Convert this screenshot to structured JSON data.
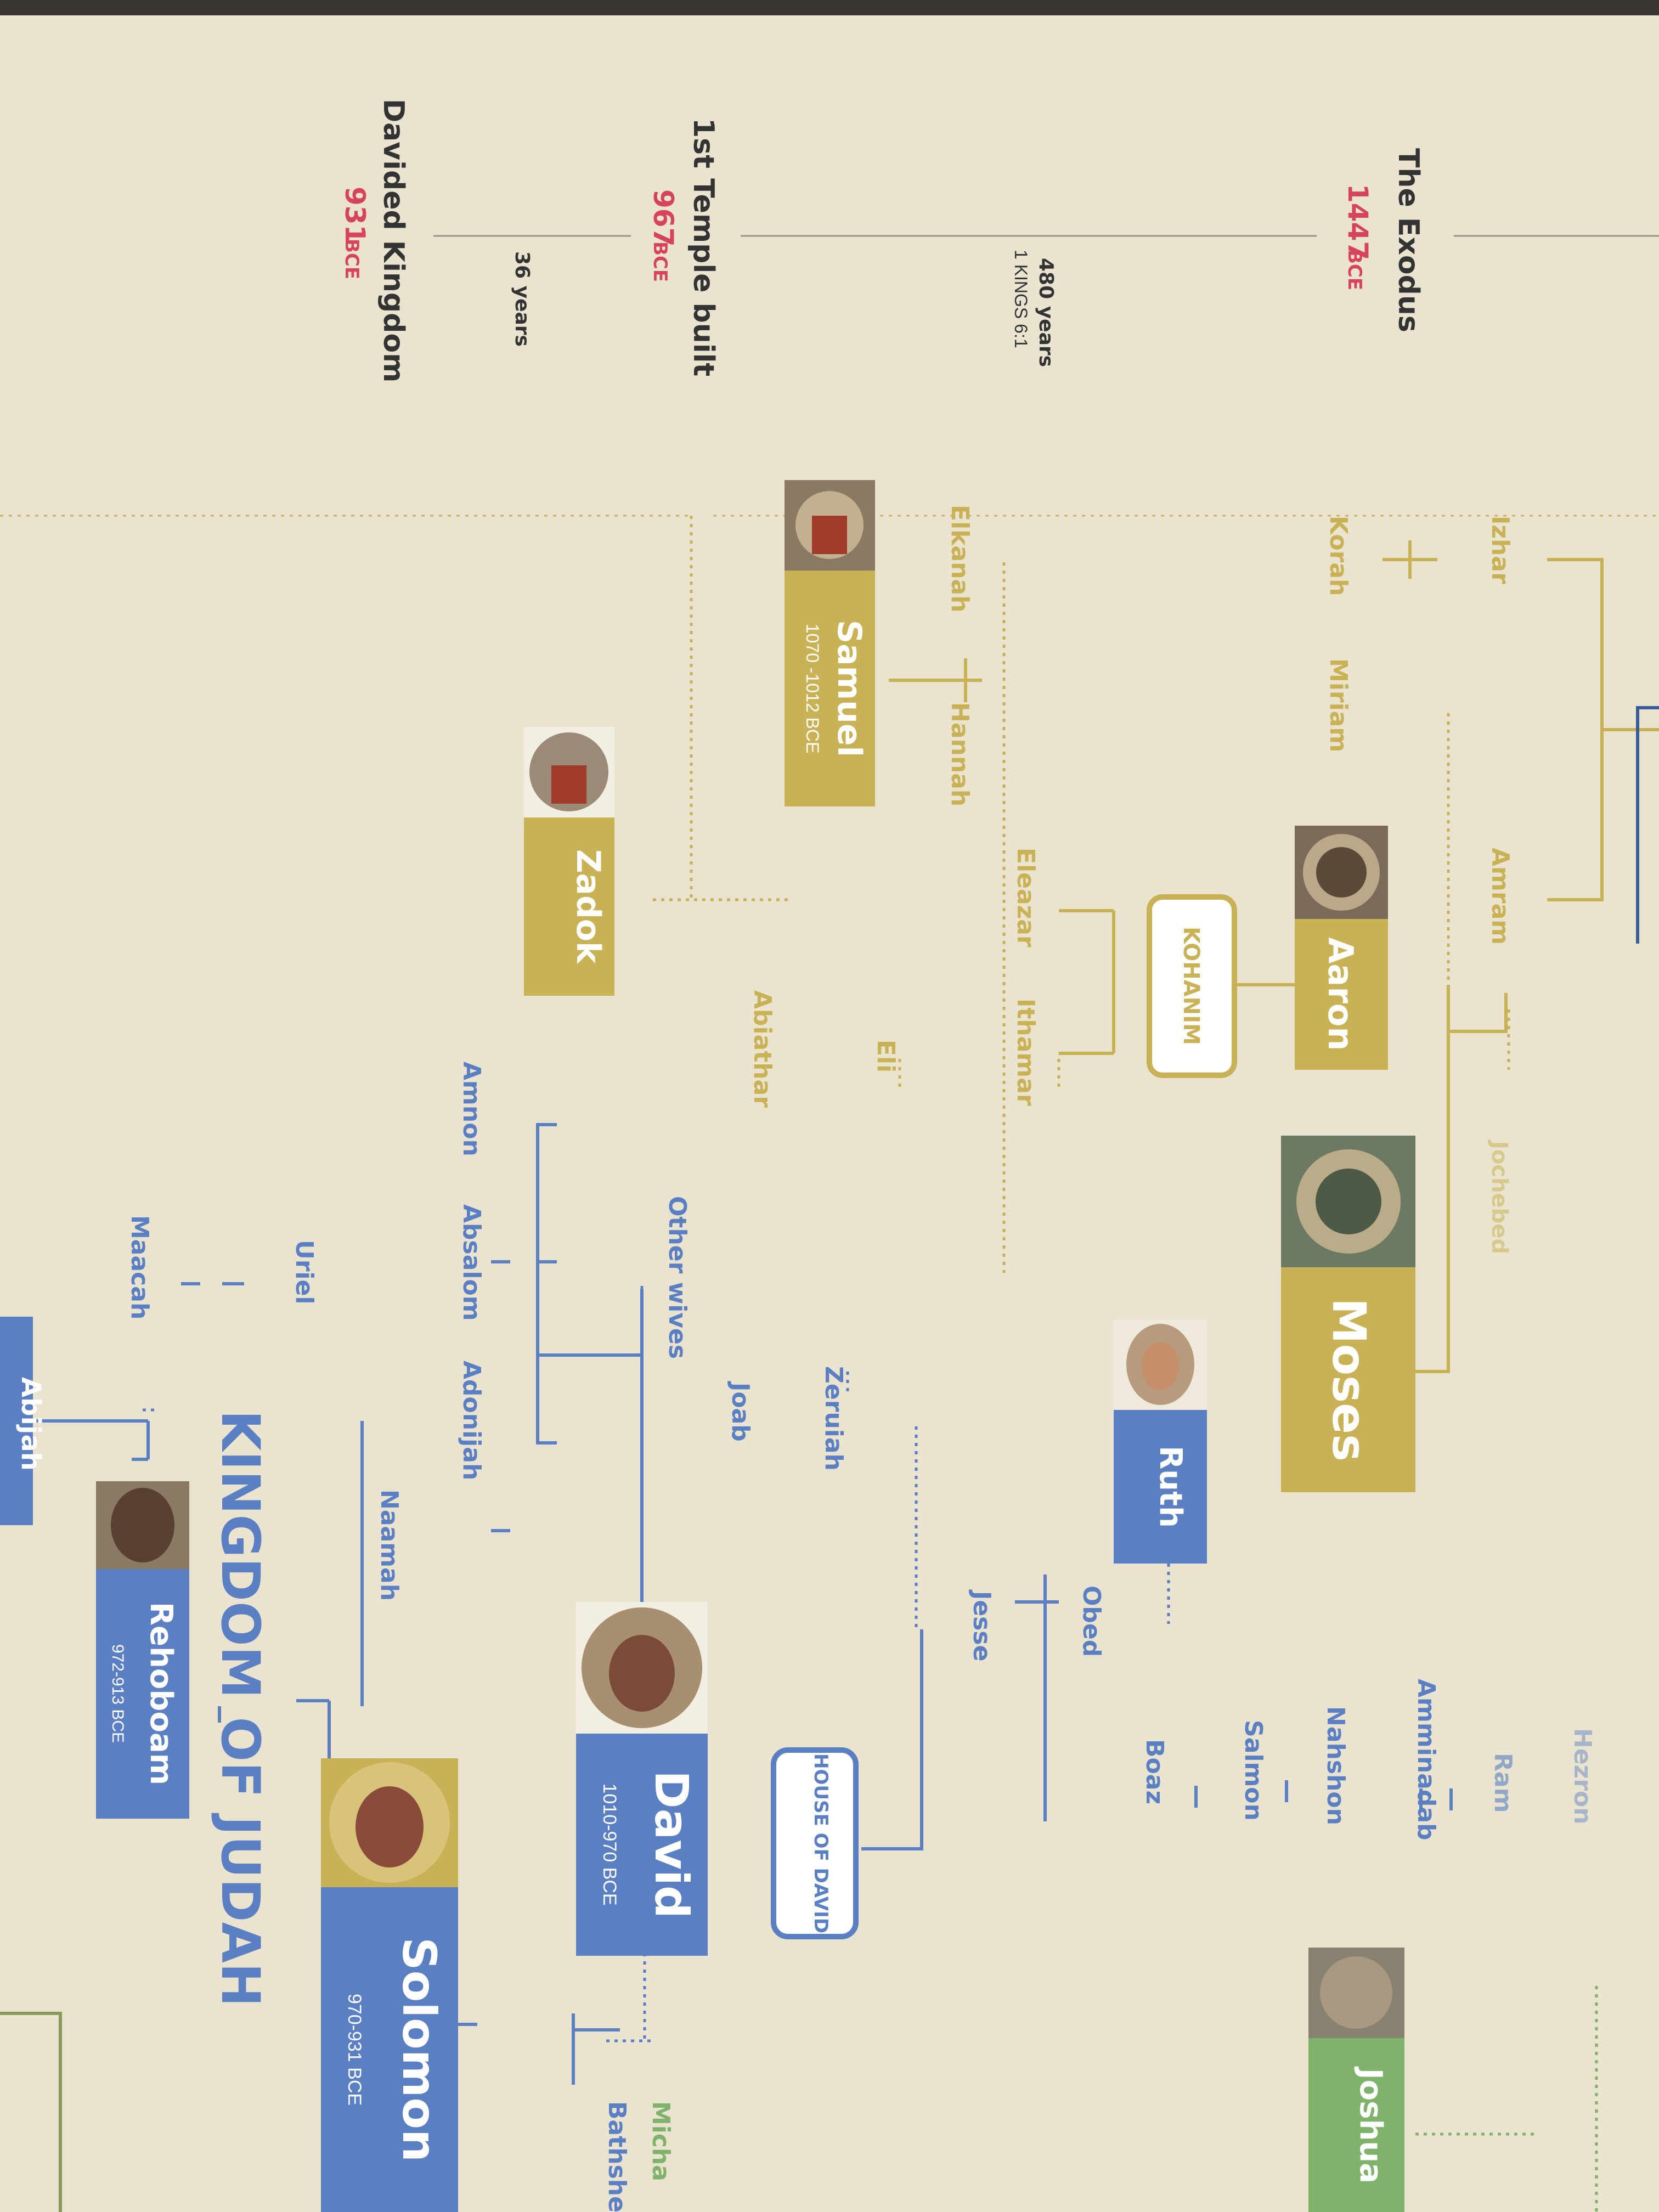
{
  "timeline": {
    "events": [
      {
        "title": "The Exodus",
        "year": "1447",
        "era": "BCE"
      },
      {
        "title": "1st Temple built",
        "year": "967",
        "era": "BCE"
      },
      {
        "title": "Davided Kingdom",
        "year": "931",
        "era": "BCE"
      }
    ],
    "intervals": [
      {
        "label": "480 years",
        "ref": "1 KINGS 6:1"
      },
      {
        "label": "36 years",
        "ref": ""
      }
    ]
  },
  "levites": {
    "names": [
      "Izhar",
      "Korah",
      "Amram",
      "Miriam",
      "Jochebed",
      "Elkanah",
      "Hannah",
      "Eleazar",
      "Ithamar",
      "Eli",
      "Abiathar"
    ],
    "badge": "KOHANIM"
  },
  "judah_line": {
    "names": [
      "Hezron",
      "Ram",
      "Amminadab",
      "Nahshon",
      "Salmon",
      "Boaz",
      "Obed",
      "Jesse",
      "Zeruiah",
      "Joab",
      "Other wives",
      "Amnon",
      "Absalom",
      "Adonijah",
      "Uriel",
      "Maacah",
      "Naamah",
      "Micha",
      "Bathsheba"
    ],
    "badge": "HOUSE OF DAVID"
  },
  "figures": {
    "moses": {
      "name": "Moses"
    },
    "aaron": {
      "name": "Aaron"
    },
    "samuel": {
      "name": "Samuel",
      "dates": "1070 -1012 BCE"
    },
    "zadok": {
      "name": "Zadok"
    },
    "ruth": {
      "name": "Ruth"
    },
    "joshua": {
      "name": "Joshua"
    },
    "david": {
      "name": "David",
      "dates": "1010-970 BCE"
    },
    "solomon": {
      "name": "Solomon",
      "dates": "970-931 BCE"
    },
    "rehoboam": {
      "name": "Rehoboam",
      "dates": "972-913 BCE"
    },
    "abijah": {
      "name": "Abijah"
    }
  },
  "kingdom_title": "KINGDOM OF JUDAH",
  "colors": {
    "gold": "#c9b255",
    "blue": "#5a7fc2",
    "green": "#7fb26a",
    "date_red": "#d6435f"
  }
}
